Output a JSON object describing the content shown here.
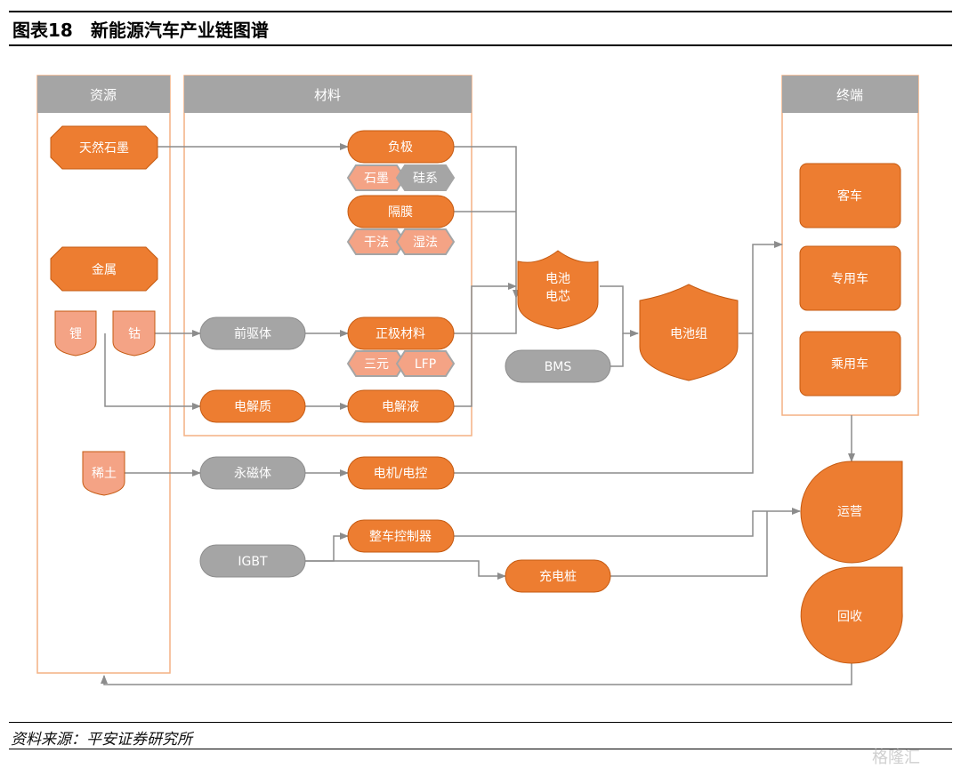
{
  "header": {
    "title": "图表18　新能源汽车产业链图谱"
  },
  "columns": {
    "resources": "资源",
    "materials": "材料",
    "terminal": "终端"
  },
  "nodes": {
    "natural_graphite": "天然石墨",
    "metal": "金属",
    "lithium": "锂",
    "cobalt": "钴",
    "rare_earth": "稀土",
    "anode": "负极",
    "graphite": "石墨",
    "silicon": "硅系",
    "separator": "隔膜",
    "dry": "干法",
    "wet": "湿法",
    "precursor": "前驱体",
    "cathode": "正极材料",
    "ncm": "三元",
    "lfp": "LFP",
    "electrolyte_solute": "电解质",
    "electrolyte": "电解液",
    "magnet": "永磁体",
    "motor": "电机/电控",
    "igbt": "IGBT",
    "vcu": "整车控制器",
    "charger": "充电桩",
    "cell_line1": "电池",
    "cell_line2": "电芯",
    "bms": "BMS",
    "pack": "电池组",
    "bus": "客车",
    "special": "专用车",
    "passenger": "乘用车",
    "operation": "运营",
    "recycle": "回收"
  },
  "footer": {
    "source": "资料来源：平安证券研究所",
    "watermark": "格隆汇"
  },
  "colors": {
    "orange": "#ED7D31",
    "light_orange": "#F4A385",
    "gray": "#A5A5A5",
    "panel_border": "#F4B183",
    "line": "#7F7F7F"
  }
}
